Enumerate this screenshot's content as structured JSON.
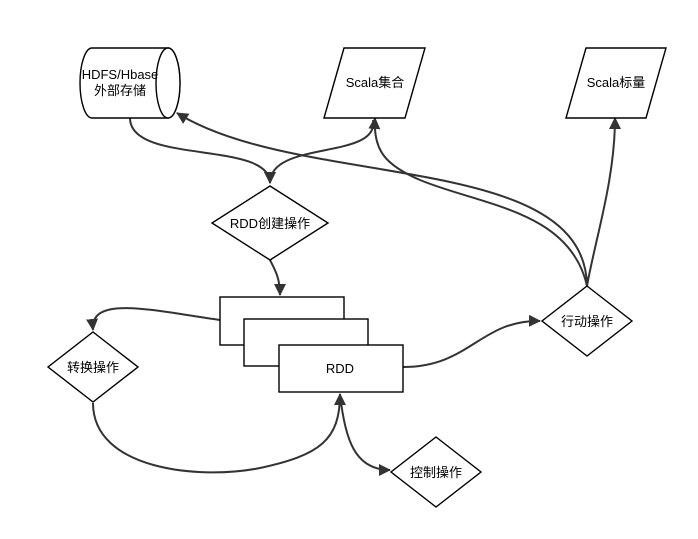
{
  "diagram": {
    "nodes": {
      "storage": {
        "line1": "HDFS/Hbase",
        "line2": "外部存储"
      },
      "scala_collection": {
        "label": "Scala集合"
      },
      "scala_scalar": {
        "label": "Scala标量"
      },
      "create_op": {
        "label": "RDD创建操作"
      },
      "rdd": {
        "label": "RDD"
      },
      "transform_op": {
        "label": "转换操作"
      },
      "action_op": {
        "label": "行动操作"
      },
      "control_op": {
        "label": "控制操作"
      }
    },
    "colors": {
      "stroke": "#000000",
      "edge": "#333333",
      "fill": "#ffffff"
    }
  }
}
